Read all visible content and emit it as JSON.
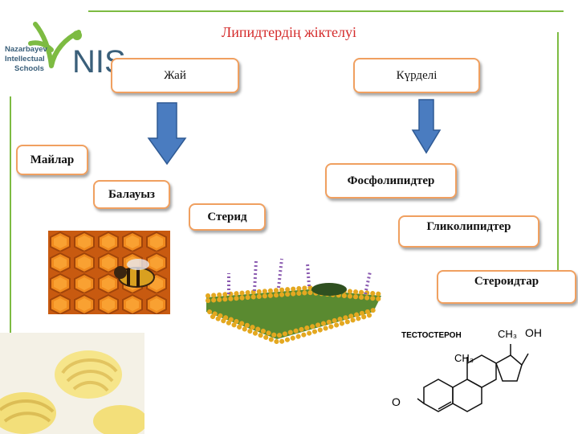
{
  "title": "Липидтердің жіктелуі",
  "logo": {
    "line1": "Nazarbayev",
    "line2": "Intellectual",
    "line3": "Schools",
    "mark": "NIS"
  },
  "categories": {
    "simple": "Жай",
    "complex": "Күрделі"
  },
  "simple_items": [
    "Майлар",
    "Балауыз",
    "Стерид"
  ],
  "complex_items": [
    "Фосфолипидтер",
    "Гликолипидтер",
    "Стероидтар"
  ],
  "steroid_formula": {
    "name": "ТЕСТОСТЕРОН",
    "ch3_top": "CH₃",
    "oh": "OH",
    "ch3_mid": "CH₃",
    "o": "O"
  },
  "colors": {
    "title": "#d42a2a",
    "frame": "#7dbb42",
    "box_border": "#f0a060",
    "arrow": "#4a7cc0"
  }
}
